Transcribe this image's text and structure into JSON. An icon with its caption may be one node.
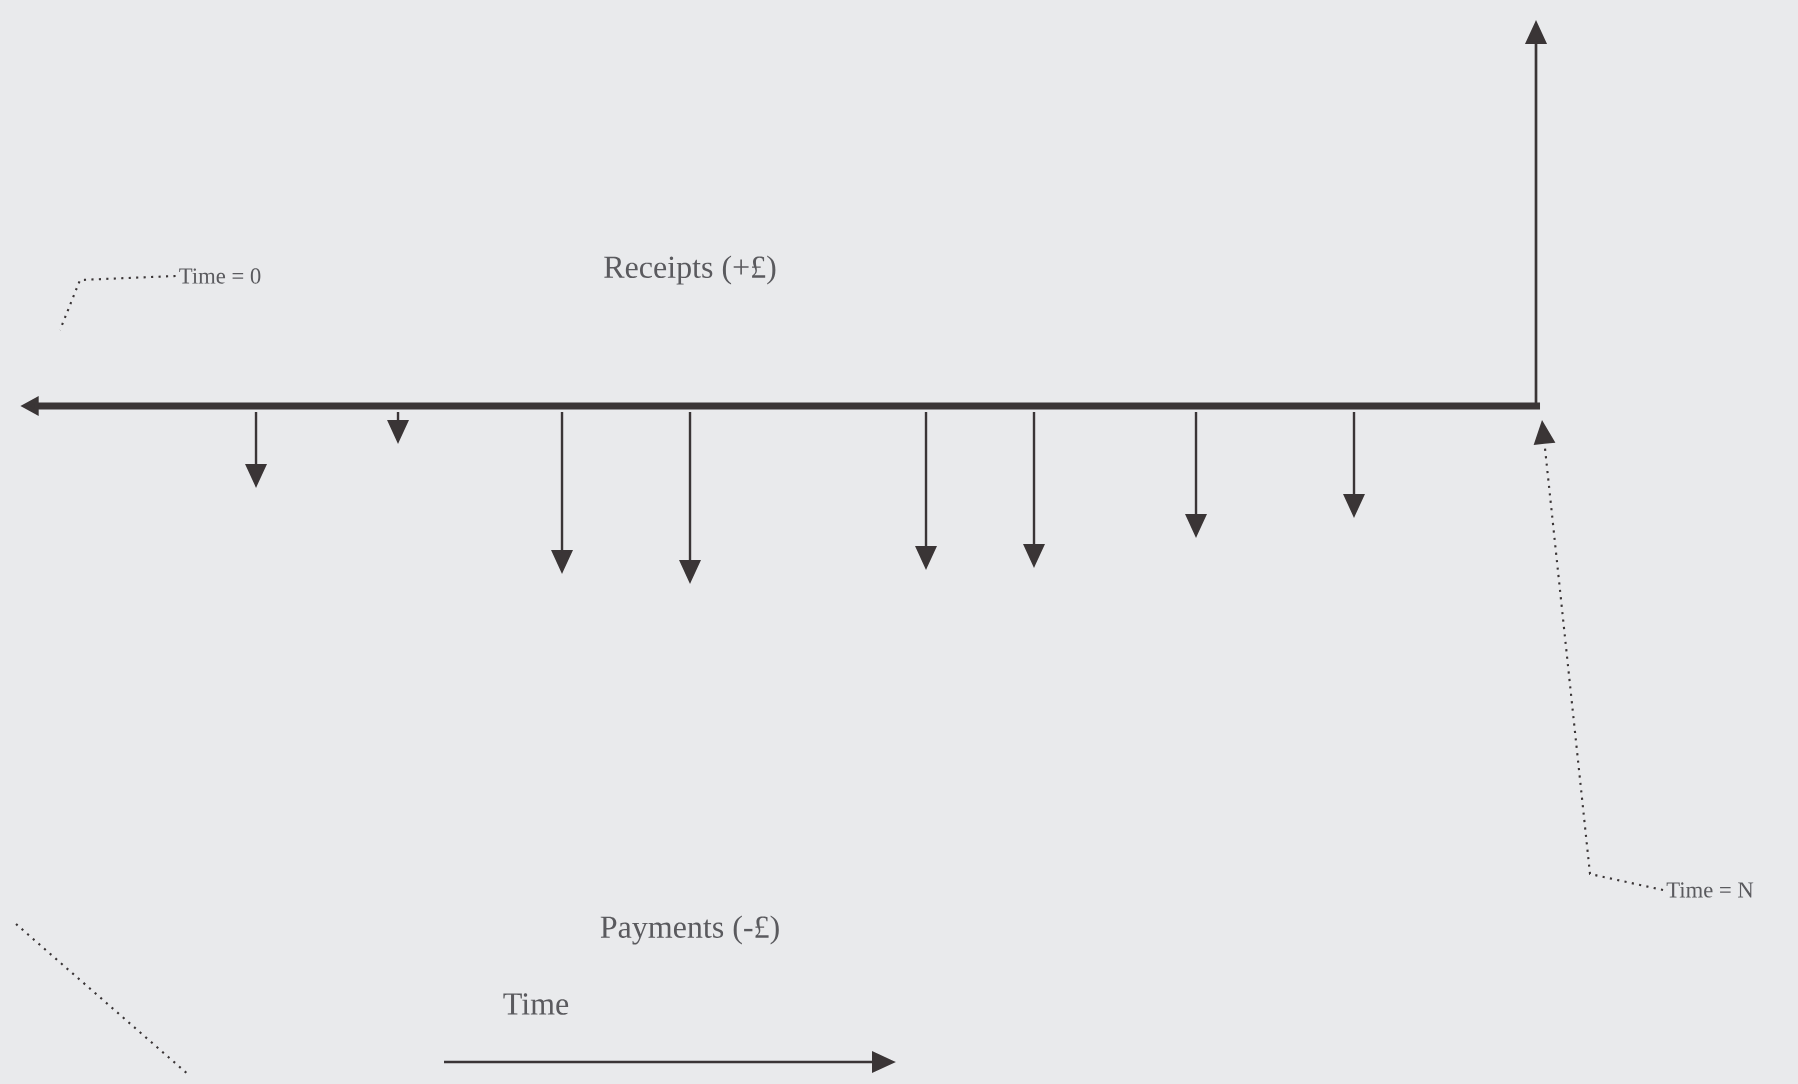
{
  "diagram": {
    "nodes": [
      {
        "text": [
          "Time = 0"
        ]
      },
      {
        "text": [
          "Time = N"
        ]
      }
    ],
    "edges": [
      {
        "from": 0,
        "to": null,
        "arrow": "none",
        "style": "dashed"
      },
      {
        "from": 1,
        "to": null,
        "arrow": "to",
        "style": "dashed"
      }
    ],
    "labels": [
      "Receipts (+£)",
      "Payments (-£)",
      "Time"
    ]
  }
}
